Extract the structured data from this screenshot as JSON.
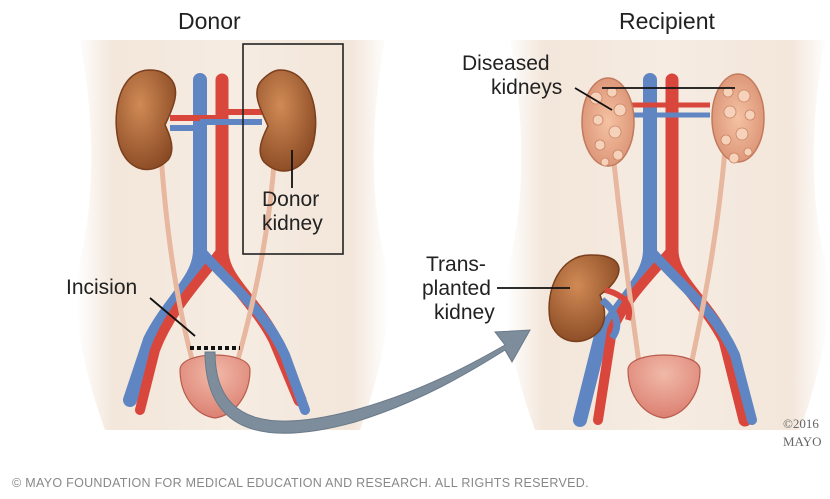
{
  "headings": {
    "donor": "Donor",
    "recipient": "Recipient"
  },
  "callouts": {
    "donor_kidney_line1": "Donor",
    "donor_kidney_line2": "kidney",
    "incision": "Incision",
    "diseased_line1": "Diseased",
    "diseased_line2": "kidneys",
    "transplanted_line1": "Trans-",
    "transplanted_line2": "planted",
    "transplanted_line3": "kidney"
  },
  "watermark": {
    "line1": "©2016",
    "line2": "MAYO"
  },
  "footer": {
    "copyright": "© MAYO FOUNDATION FOR MEDICAL EDUCATION AND RESEARCH. ALL RIGHTS RESERVED."
  },
  "colors": {
    "skin": "#efe1d4",
    "kidney": "#b06a3c",
    "artery": "#d9473c",
    "vein": "#5f86c2",
    "arrow": "#7e8d9c"
  }
}
